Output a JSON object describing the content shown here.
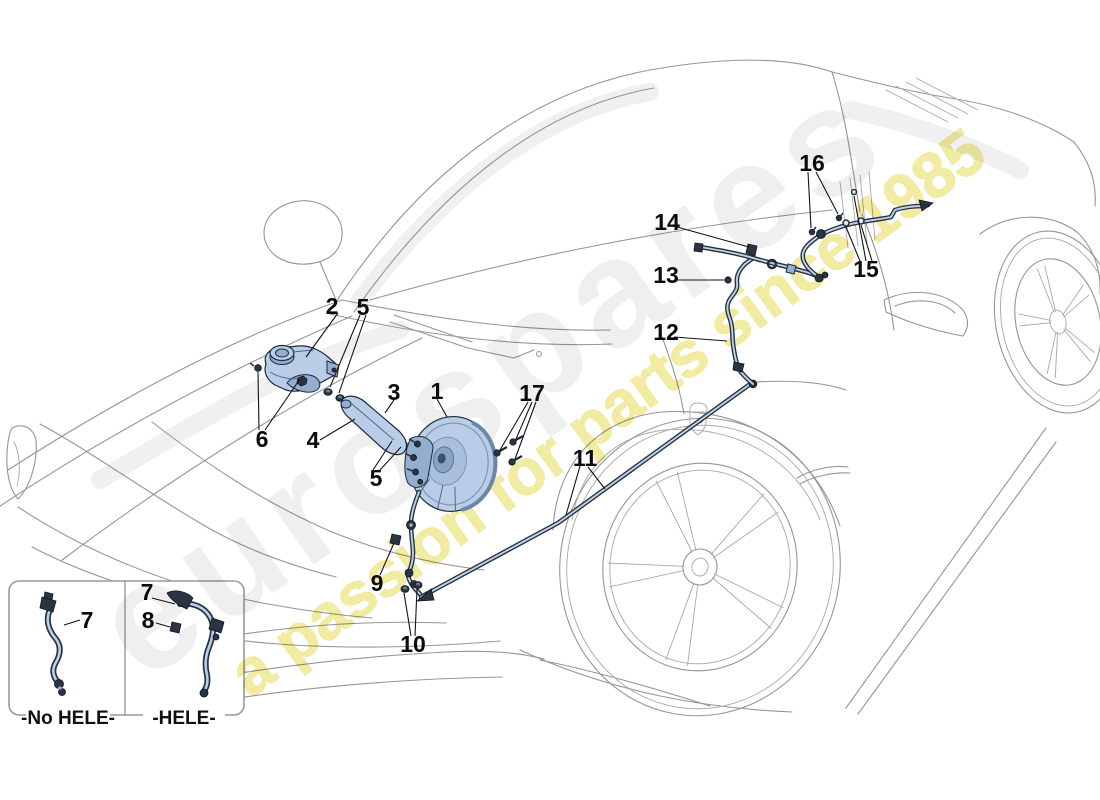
{
  "watermark": {
    "brand": "eurospares",
    "tagline": "a passion for parts since 1985",
    "brand_color": "#e2e2e2",
    "tagline_color": "#efe88d"
  },
  "colors": {
    "background": "#ffffff",
    "body_line": "#969696",
    "part_fill": "#b9cde7",
    "part_fill_dark": "#93aecf",
    "part_outline": "#1c2a3a",
    "fastener": "#2a3442",
    "pipe_outline": "#24303c",
    "pipe_core": "#bdd2ea",
    "leader": "#141414",
    "inset_border": "#999999"
  },
  "callouts": {
    "n1": "1",
    "n2": "2",
    "n3": "3",
    "n4": "4",
    "n5": "5",
    "n6": "6",
    "n7": "7",
    "n8": "8",
    "n9": "9",
    "n10": "10",
    "n11": "11",
    "n12": "12",
    "n13": "13",
    "n14": "14",
    "n15": "15",
    "n16": "16",
    "n17": "17"
  },
  "inset": {
    "left_caption": "-No HELE-",
    "right_caption": "-HELE-"
  }
}
